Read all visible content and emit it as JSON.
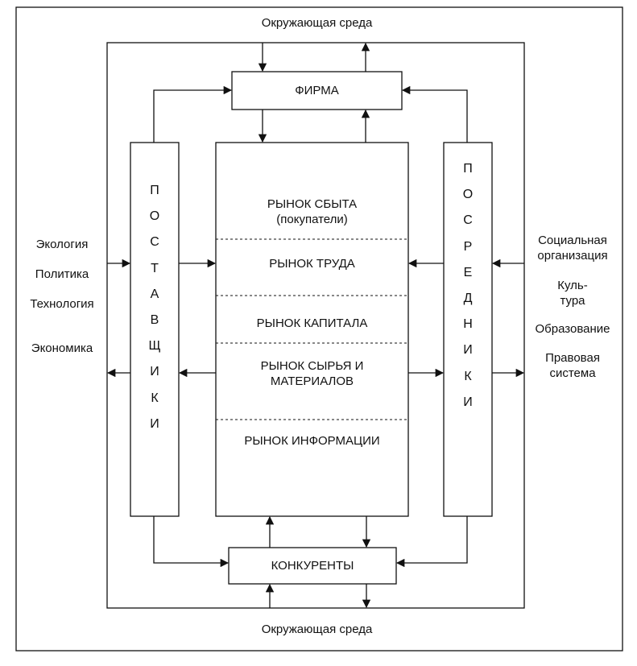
{
  "environment": {
    "top_label": "Окружающая среда",
    "bottom_label": "Окружающая среда"
  },
  "firm": {
    "label": "ФИРМА"
  },
  "competitors": {
    "label": "КОНКУРЕНТЫ"
  },
  "suppliers": {
    "letters": [
      "П",
      "О",
      "С",
      "Т",
      "А",
      "В",
      "Щ",
      "И",
      "К",
      "И"
    ]
  },
  "intermediaries": {
    "letters": [
      "П",
      "О",
      "С",
      "Р",
      "Е",
      "Д",
      "Н",
      "И",
      "К",
      "И"
    ]
  },
  "markets": {
    "sales": {
      "line1": "РЫНОК СБЫТА",
      "line2": "(покупатели)"
    },
    "labor": "РЫНОК ТРУДА",
    "capital": "РЫНОК КАПИТАЛА",
    "raw": {
      "line1": "РЫНОК СЫРЬЯ И",
      "line2": "МАТЕРИАЛОВ"
    },
    "information": "РЫНОК ИНФОРМАЦИИ"
  },
  "left_factors": [
    "Экология",
    "Политика",
    "Технология",
    "Экономика"
  ],
  "right_factors": {
    "social": {
      "line1": "Социальная",
      "line2": "организация"
    },
    "culture": {
      "line1": "Куль-",
      "line2": "тура"
    },
    "education": "Образование",
    "legal": {
      "line1": "Правовая",
      "line2": "система"
    }
  }
}
